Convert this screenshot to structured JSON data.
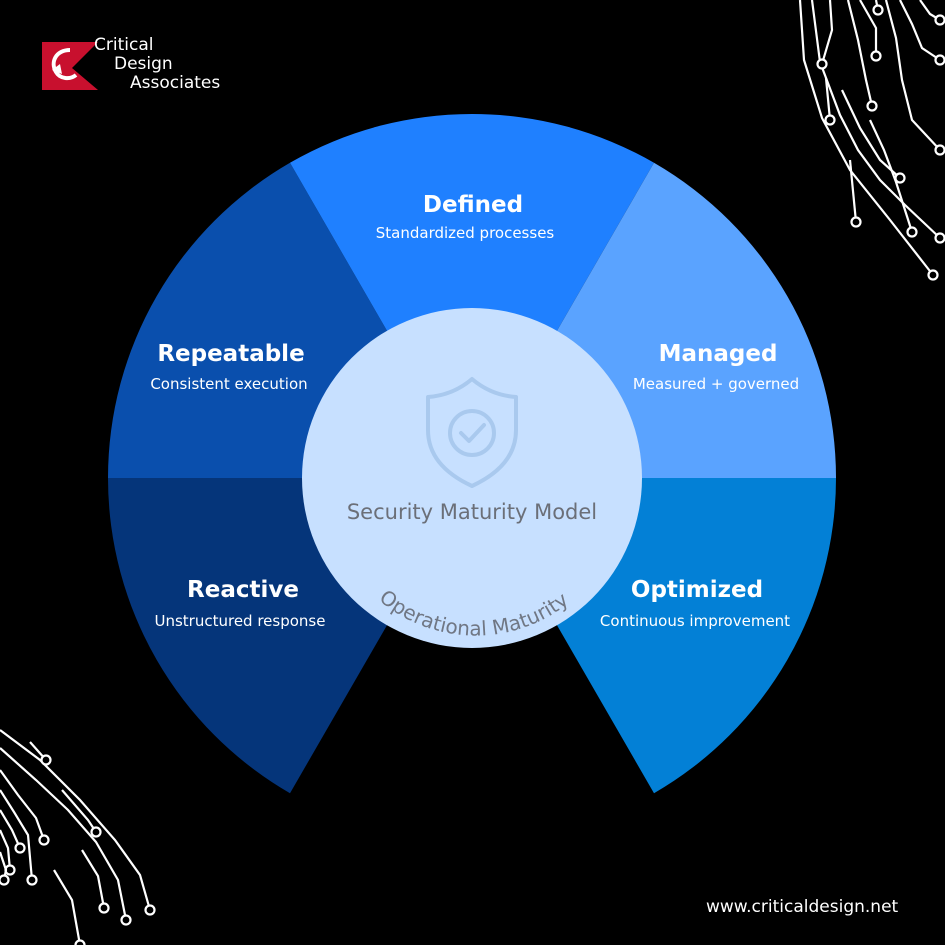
{
  "brand": {
    "name_lines": [
      "Critical",
      "Design",
      "Associates"
    ],
    "red": "#c8102e"
  },
  "center": {
    "label": "Security Maturity Model",
    "arc_label": "Operational Maturity",
    "icon": "shield-check-icon",
    "fill": "#c7e0ff"
  },
  "segments": [
    {
      "key": "reactive",
      "title": "Reactive",
      "subtitle": "Unstructured response",
      "color": "#05357a"
    },
    {
      "key": "repeatable",
      "title": "Repeatable",
      "subtitle": "Consistent execution",
      "color": "#0a4fad"
    },
    {
      "key": "defined",
      "title": "Defined",
      "subtitle": "Standardized processes",
      "color": "#1f80ff"
    },
    {
      "key": "managed",
      "title": "Managed",
      "subtitle": "Measured + governed",
      "color": "#5aa3ff"
    },
    {
      "key": "optimized",
      "title": "Optimized",
      "subtitle": "Continuous improvement",
      "color": "#0380d6"
    }
  ],
  "footer": {
    "url": "www.criticaldesign.net"
  }
}
